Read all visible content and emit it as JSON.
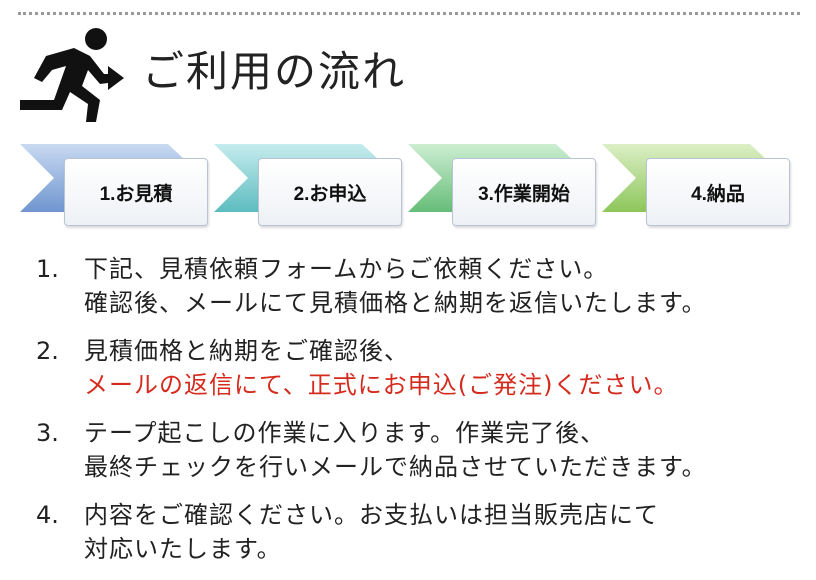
{
  "title": "ご利用の流れ",
  "steps": [
    {
      "label": "1.お見積",
      "color": "#7b9fd6"
    },
    {
      "label": "2.お申込",
      "color": "#6bc4c6"
    },
    {
      "label": "3.作業開始",
      "color": "#7cc789"
    },
    {
      "label": "4.納品",
      "color": "#9fcf6c"
    }
  ],
  "items": [
    {
      "number": "1.",
      "lines": [
        "下記、見積依頼フォームからご依頼ください。",
        "確認後、メールにて見積価格と納期を返信いたします。"
      ]
    },
    {
      "number": "2.",
      "lines": [
        "見積価格と納期をご確認後、",
        "メールの返信にて、正式にお申込(ご発注)ください。"
      ]
    },
    {
      "number": "3.",
      "lines": [
        "テープ起こしの作業に入ります。作業完了後、",
        "最終チェックを行いメールで納品させていただきます。"
      ]
    },
    {
      "number": "4.",
      "lines": [
        "内容をご確認ください。お支払いは担当販売店にて",
        "対応いたします。"
      ]
    }
  ],
  "highlight_color": "#d52b1e"
}
